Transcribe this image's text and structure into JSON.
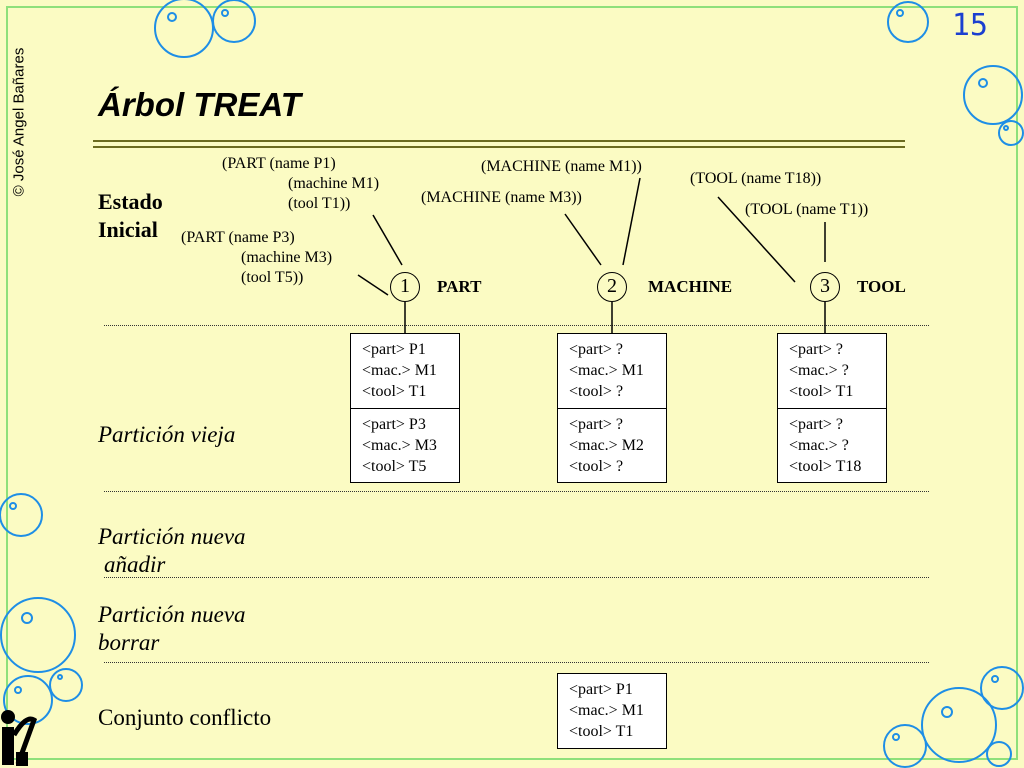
{
  "copyright": "© José Angel Bañares",
  "page_number": "15",
  "title": "Árbol TREAT",
  "sections": {
    "estado_inicial_1": "Estado",
    "estado_inicial_2": "Inicial",
    "vieja": "Partición vieja",
    "nueva_anadir_1": "Partición nueva",
    "nueva_anadir_2": "añadir",
    "nueva_borrar_1": "Partición  nueva",
    "nueva_borrar_2": "borrar",
    "conflicto": "Conjunto conflicto"
  },
  "facts": {
    "part_p1": [
      "(PART (name P1)",
      "(machine  M1)",
      "(tool T1))"
    ],
    "part_p3": [
      "(PART (name P3)",
      "(machine  M3)",
      "(tool T5))"
    ],
    "machine_m1": "(MACHINE (name M1))",
    "machine_m3": "(MACHINE (name M3))",
    "tool_t18": "(TOOL (name T18))",
    "tool_t1": "(TOOL (name T1))"
  },
  "nodes": [
    {
      "num": "1",
      "label": "PART"
    },
    {
      "num": "2",
      "label": "MACHINE"
    },
    {
      "num": "3",
      "label": "TOOL"
    }
  ],
  "memories": {
    "part": [
      [
        "<part> P1",
        "<mac.> M1",
        "<tool> T1"
      ],
      [
        "<part> P3",
        "<mac.> M3",
        "<tool> T5"
      ]
    ],
    "machine": [
      [
        "<part> ?",
        "<mac.> M1",
        "<tool> ?"
      ],
      [
        "<part> ?",
        "<mac.> M2",
        "<tool> ?"
      ]
    ],
    "tool": [
      [
        "<part> ?",
        "<mac.> ?",
        "<tool> T1"
      ],
      [
        "<part> ?",
        "<mac.> ?",
        "<tool> T18"
      ]
    ],
    "conflict": [
      [
        "<part> P1",
        "<mac.> M1",
        "<tool> T1"
      ]
    ]
  },
  "colors": {
    "background": "#fbfbc3",
    "frame": "#8ee07a",
    "bubble": "#1e8ee6",
    "page_number": "#1b3fd0"
  }
}
